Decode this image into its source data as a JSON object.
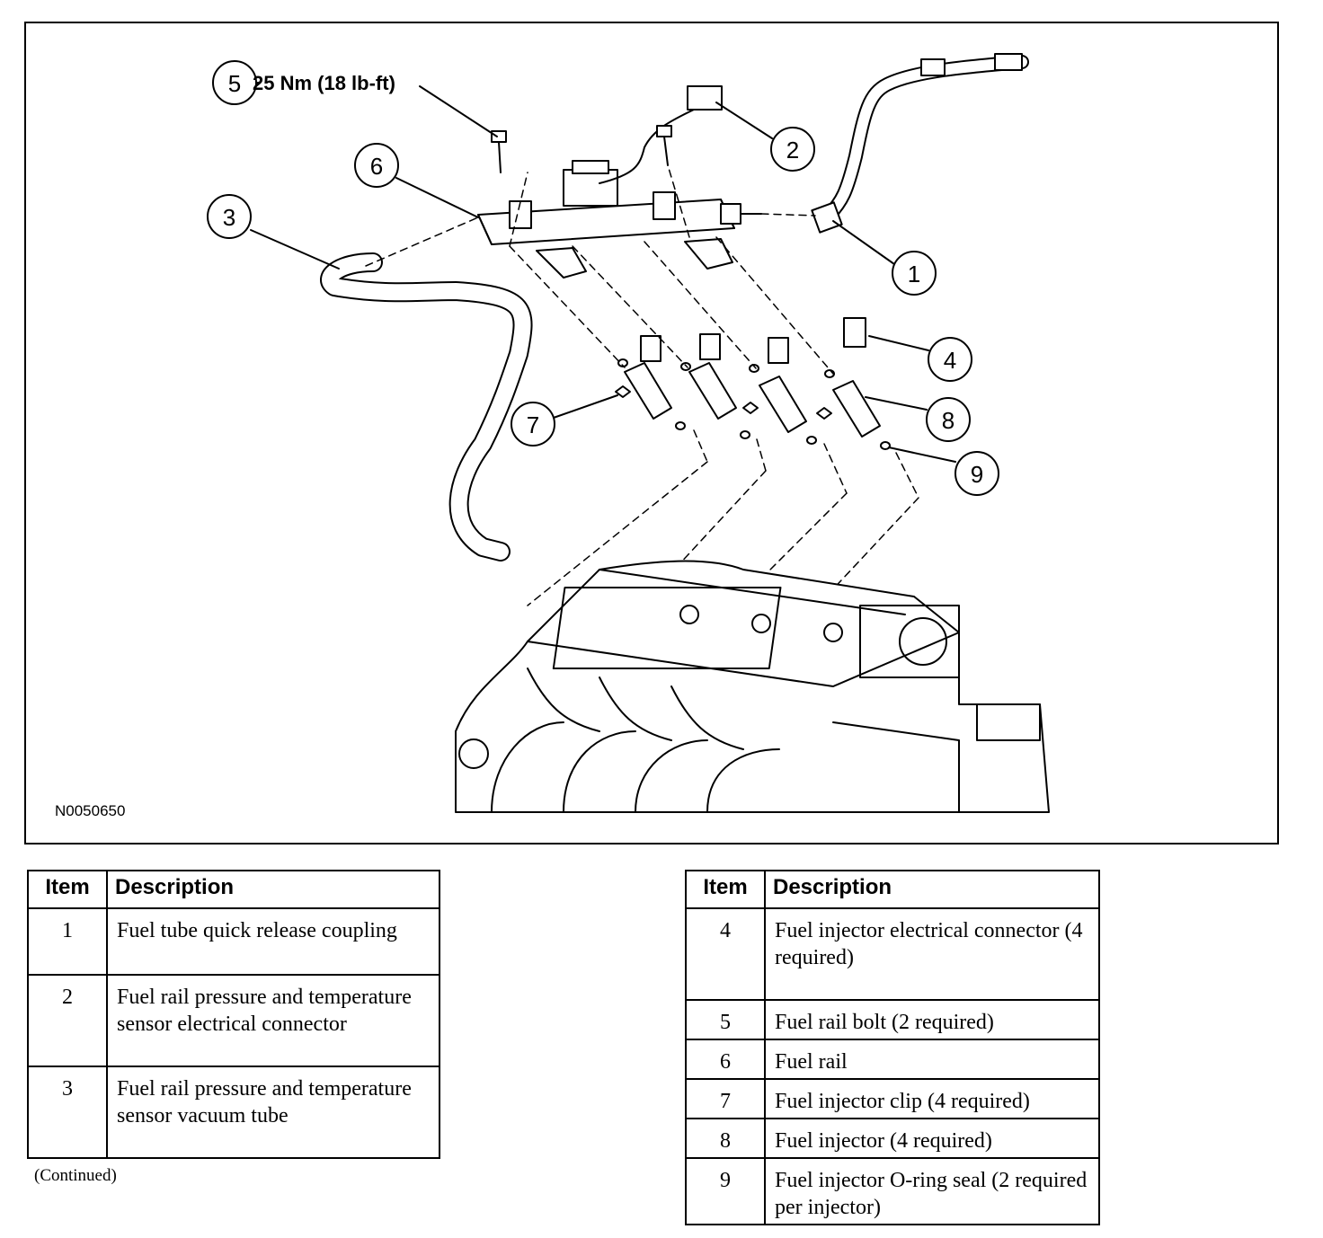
{
  "figure": {
    "id_label": "N0050650",
    "torque_spec": "25 Nm (18 lb-ft)",
    "callouts": [
      "1",
      "2",
      "3",
      "4",
      "5",
      "6",
      "7",
      "8",
      "9"
    ]
  },
  "legend_left": {
    "header_item": "Item",
    "header_desc": "Description",
    "rows": [
      {
        "item": "1",
        "desc": "Fuel tube quick release coupling"
      },
      {
        "item": "2",
        "desc": "Fuel rail pressure and temperature sensor electrical connector"
      },
      {
        "item": "3",
        "desc": "Fuel rail pressure and temperature sensor vacuum tube"
      }
    ],
    "note": "(Continued)"
  },
  "legend_right": {
    "header_item": "Item",
    "header_desc": "Description",
    "rows": [
      {
        "item": "4",
        "desc": "Fuel injector electrical connector (4 required)"
      },
      {
        "item": "5",
        "desc": "Fuel rail bolt (2 required)"
      },
      {
        "item": "6",
        "desc": "Fuel rail"
      },
      {
        "item": "7",
        "desc": "Fuel injector clip (4 required)"
      },
      {
        "item": "8",
        "desc": "Fuel injector (4 required)"
      },
      {
        "item": "9",
        "desc": "Fuel injector O-ring seal (2 required per injector)"
      }
    ]
  }
}
